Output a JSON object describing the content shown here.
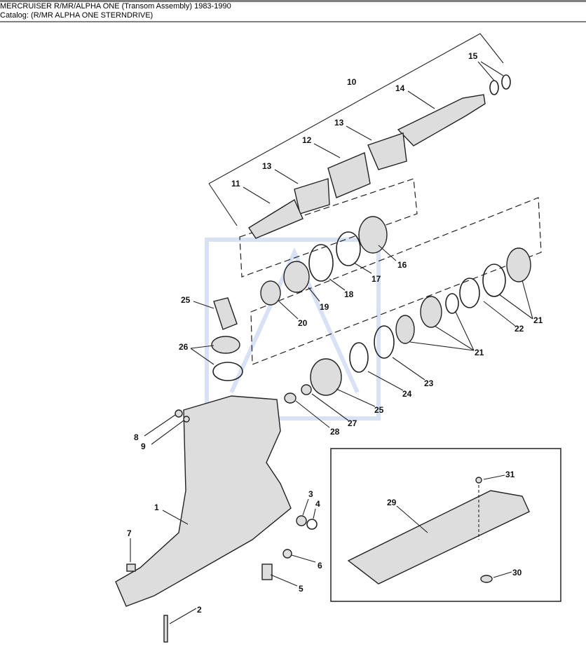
{
  "header": {
    "title": "MERCRUISER  R/MR/ALPHA ONE (Transom Assembly) 1983-1990",
    "catalog": "Catalog: (R/MR ALPHA ONE STERNDRIVE)"
  },
  "callouts": [
    "15",
    "10",
    "14",
    "13",
    "12",
    "13",
    "11",
    "16",
    "17",
    "18",
    "19",
    "20",
    "25",
    "26",
    "21",
    "22",
    "21",
    "23",
    "24",
    "25",
    "27",
    "28",
    "8",
    "9",
    "3",
    "4",
    "1",
    "7",
    "6",
    "5",
    "2",
    "31",
    "29",
    "30"
  ]
}
